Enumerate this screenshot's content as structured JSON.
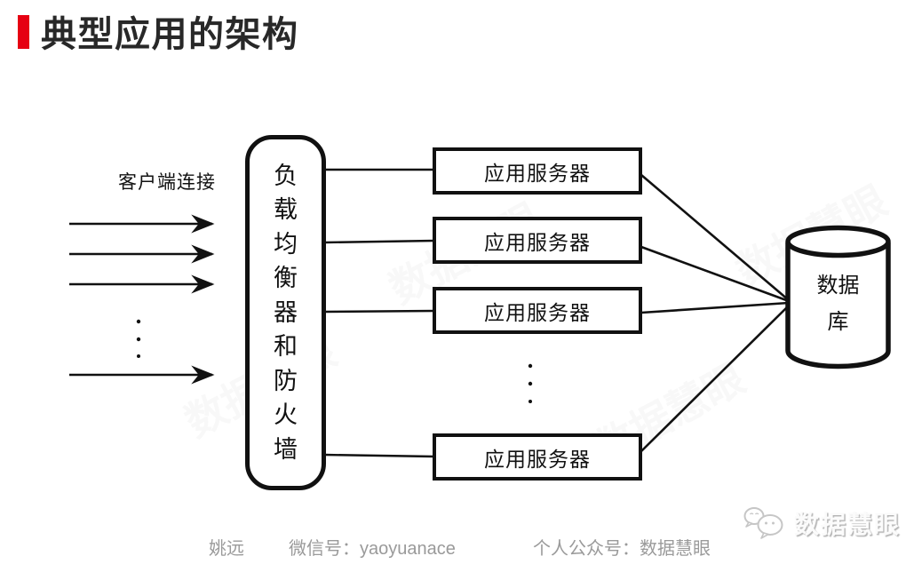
{
  "header": {
    "title": "典型应用的架构",
    "accent_color": "#e60012"
  },
  "diagram": {
    "client_label": "客户端连接",
    "load_balancer_label": "负载均衡器和防火墙",
    "app_server_labels": [
      "应用服务器",
      "应用服务器",
      "应用服务器",
      "应用服务器"
    ],
    "database_label_line1": "数据",
    "database_label_line2": "库",
    "stroke_color": "#111111"
  },
  "footer": {
    "author": "姚远",
    "wechat": "微信号：yaoyuanace",
    "official_account": "个人公众号：数据慧眼",
    "text_color": "#9a9a9a"
  },
  "logo": {
    "icon": "wechat-bubbles-icon",
    "text": "数据慧眼"
  },
  "watermark": {
    "text": "数据慧眼"
  }
}
